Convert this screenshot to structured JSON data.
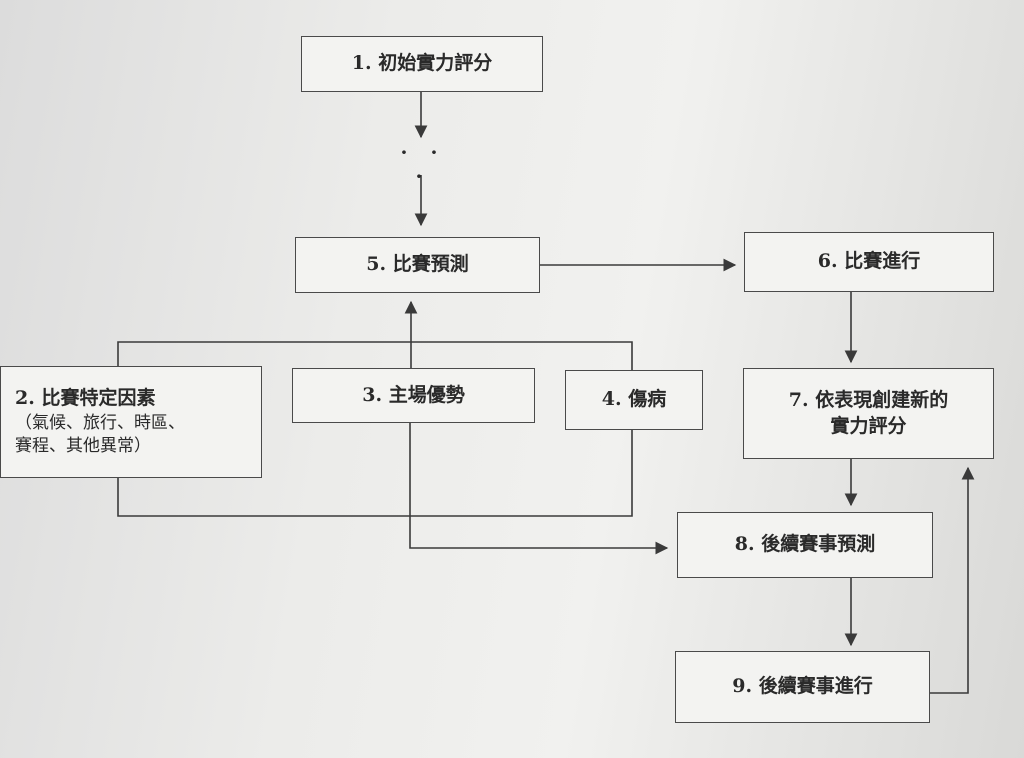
{
  "nodes": {
    "n1": "1. 初始實力評分",
    "n2_title": "2. 比賽特定因素",
    "n2_sub1": "（氣候、旅行、時區、",
    "n2_sub2": "賽程、其他異常）",
    "n3": "3. 主場優勢",
    "n4": "4. 傷病",
    "n5": "5. 比賽預測",
    "n6": "6. 比賽進行",
    "n7_line1": "7. 依表現創建新的",
    "n7_line2": "實力評分",
    "n8": "8. 後續賽事預測",
    "n9": "9. 後續賽事進行"
  },
  "ellipsis": "· · ·",
  "colors": {
    "stroke": "#3a3a3a",
    "box_fill": "#f3f3f1"
  }
}
